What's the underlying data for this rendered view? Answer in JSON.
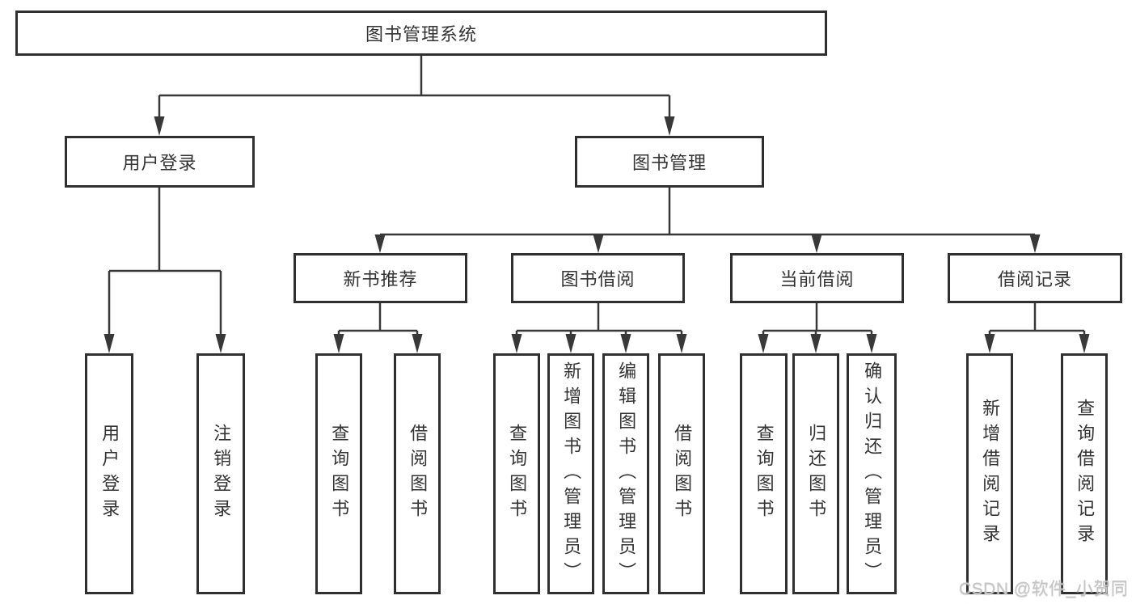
{
  "diagram": {
    "root": {
      "label": "图书管理系统"
    },
    "branches": [
      {
        "label": "用户登录",
        "children": [
          {
            "label": "用户登录"
          },
          {
            "label": "注销登录"
          }
        ]
      },
      {
        "label": "图书管理",
        "children": [
          {
            "label": "新书推荐",
            "children": [
              {
                "label": "查询图书"
              },
              {
                "label": "借阅图书"
              }
            ]
          },
          {
            "label": "图书借阅",
            "children": [
              {
                "label": "查询图书"
              },
              {
                "label": "新增图书（管理员）"
              },
              {
                "label": "编辑图书（管理员）"
              },
              {
                "label": "借阅图书"
              }
            ]
          },
          {
            "label": "当前借阅",
            "children": [
              {
                "label": "查询图书"
              },
              {
                "label": "归还图书"
              },
              {
                "label": "确认归还（管理员）"
              }
            ]
          },
          {
            "label": "借阅记录",
            "children": [
              {
                "label": "新增借阅记录"
              },
              {
                "label": "查询借阅记录"
              }
            ]
          }
        ]
      }
    ]
  },
  "watermark": {
    "text": "CSDN @软件_小贺同学"
  },
  "colors": {
    "line": "#383838",
    "border": "#303030",
    "watermark": "#c5c5c5"
  }
}
